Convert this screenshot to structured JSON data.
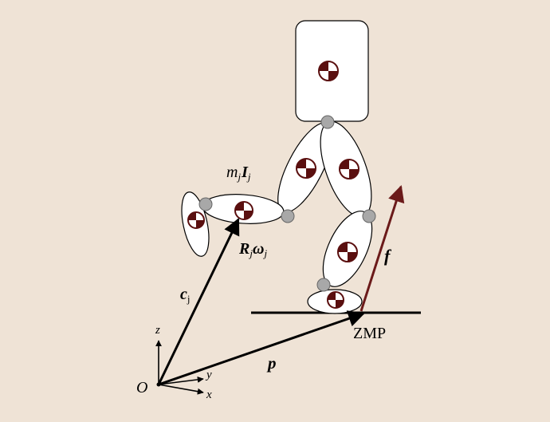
{
  "diagram": {
    "labels": {
      "mass_inertia": {
        "m": "m",
        "j_sub1": "j",
        "I": "I",
        "j_sub2": "j"
      },
      "orientation": {
        "R": "R",
        "j_sub1": "j",
        "omega": "ω",
        "j_sub2": "j"
      },
      "com_vector": {
        "c": "c",
        "sub": "j"
      },
      "position_vector": "p",
      "force_vector": "f",
      "zmp": "ZMP",
      "origin": "O",
      "axis_x": "x",
      "axis_y": "y",
      "axis_z": "z"
    },
    "colors": {
      "background": "#efe3d6",
      "link_fill": "#ffffff",
      "joint": "#a8a8a8",
      "com_marker": "#5a0f0f",
      "force_arrow": "#6b1a1a",
      "vectors": "#000000"
    },
    "com_marker_icon": "center-of-mass-icon"
  }
}
